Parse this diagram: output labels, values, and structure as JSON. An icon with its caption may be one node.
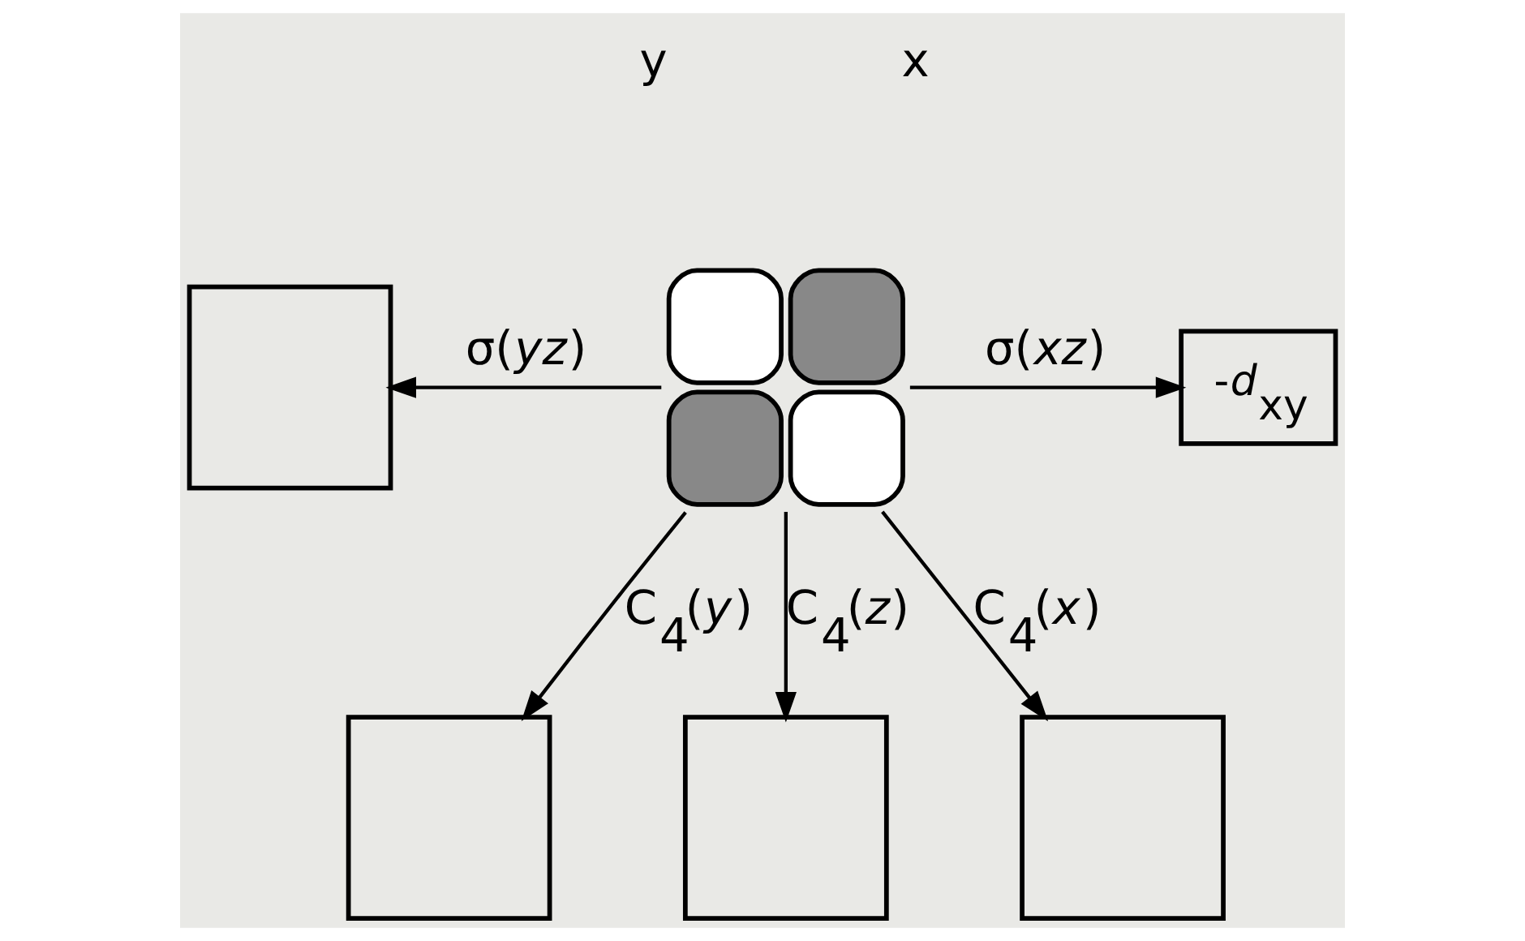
{
  "diagram": {
    "nodes": [
      {
        "text": [],
        "shape": "picture"
      },
      {
        "text": [],
        "shape": "box"
      },
      {
        "text": [
          "-*d*$_{xy}$"
        ]
      },
      {
        "text": [],
        "shape": "box"
      },
      {
        "text": [],
        "shape": "box"
      },
      {
        "text": [],
        "shape": "box"
      }
    ],
    "edges": [
      {
        "from": 0,
        "to": 1,
        "arrow": "to",
        "label": "σ(*yz*)"
      },
      {
        "from": 0,
        "to": 2,
        "arrow": "to",
        "label": "σ(*xz*)"
      },
      {
        "from": 0,
        "to": 3,
        "arrow": "to",
        "label": "C$_{4}$(*y*)"
      },
      {
        "from": 0,
        "to": 4,
        "arrow": "to",
        "label": "C$_{4}$(*z*)"
      },
      {
        "from": 0,
        "to": 5,
        "arrow": "to",
        "label": "C$_{4}$(*x*)"
      }
    ],
    "labels": [
      "y",
      "x"
    ]
  }
}
